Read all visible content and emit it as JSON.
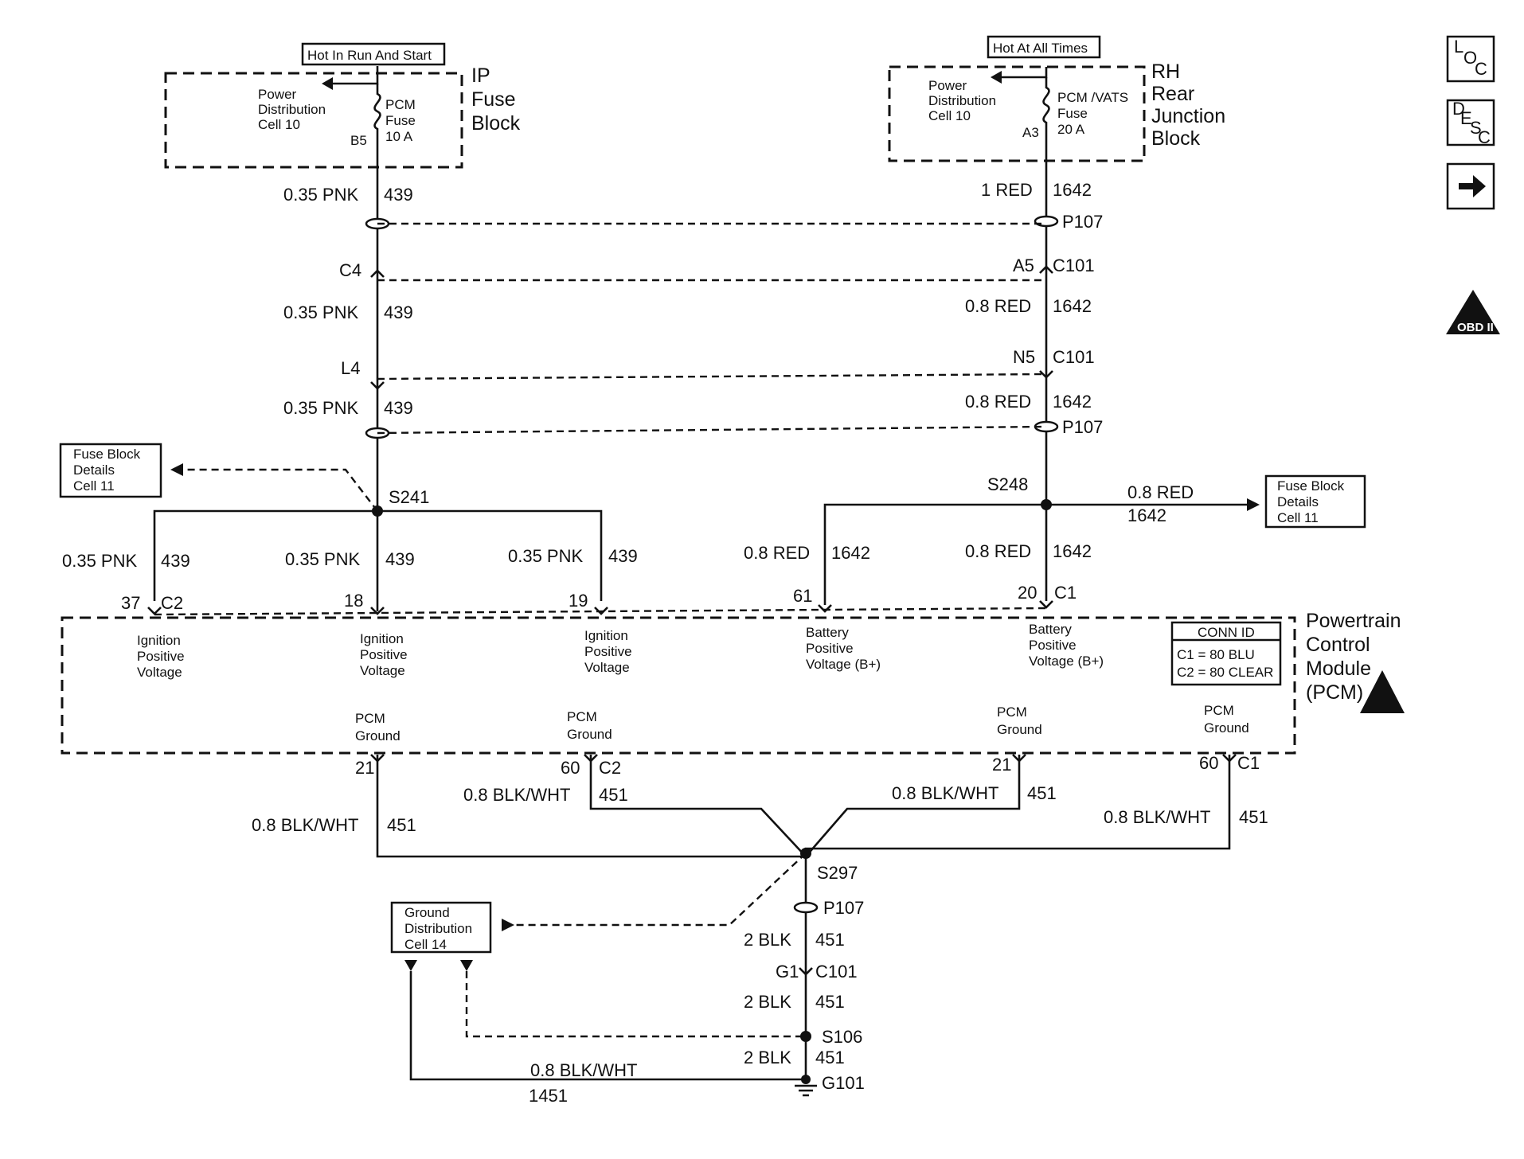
{
  "top_left": {
    "hot_label": "Hot In Run And Start",
    "block_title": [
      "IP",
      "Fuse",
      "Block"
    ],
    "power_dist": [
      "Power",
      "Distribution",
      "Cell 10"
    ],
    "fuse": [
      "PCM",
      "Fuse",
      "10 A"
    ],
    "pin": "B5"
  },
  "top_right": {
    "hot_label": "Hot At All Times",
    "block_title": [
      "RH",
      "Rear",
      "Junction",
      "Block"
    ],
    "power_dist": [
      "Power",
      "Distribution",
      "Cell 10"
    ],
    "fuse": [
      "PCM /VATS",
      "Fuse",
      "20 A"
    ],
    "pin": "A3"
  },
  "left_wire": {
    "seg1": {
      "size": "0.35 PNK",
      "ckt": "439"
    },
    "conn1": "C4",
    "seg2": {
      "size": "0.35 PNK",
      "ckt": "439"
    },
    "conn2": "L4",
    "seg3": {
      "size": "0.35 PNK",
      "ckt": "439"
    },
    "splice": "S241"
  },
  "left_ref": {
    "lines": [
      "Fuse Block",
      "Details",
      "Cell 11"
    ]
  },
  "left_branches": [
    {
      "size": "0.35 PNK",
      "ckt": "439",
      "pin": "37",
      "conn": "C2"
    },
    {
      "size": "0.35 PNK",
      "ckt": "439",
      "pin": "18"
    },
    {
      "size": "0.35 PNK",
      "ckt": "439",
      "pin": "19"
    }
  ],
  "right_wire": {
    "seg1": {
      "size": "1 RED",
      "ckt": "1642"
    },
    "p107": "P107",
    "conn1_pin": "A5",
    "conn1": "C101",
    "seg2": {
      "size": "0.8 RED",
      "ckt": "1642"
    },
    "conn2_pin": "N5",
    "conn2": "C101",
    "seg3": {
      "size": "0.8 RED",
      "ckt": "1642"
    },
    "splice": "S248"
  },
  "right_ref": {
    "wire_size": "0.8 RED",
    "wire_ckt": "1642",
    "lines": [
      "Fuse Block",
      "Details",
      "Cell 11"
    ]
  },
  "right_branches": [
    {
      "size": "0.8 RED",
      "ckt": "1642",
      "pin": "61"
    },
    {
      "size": "0.8 RED",
      "ckt": "1642",
      "pin": "20",
      "conn": "C1"
    }
  ],
  "pcm": {
    "title": [
      "Powertrain",
      "Control",
      "Module",
      "(PCM)"
    ],
    "functions": [
      [
        "Ignition",
        "Positive",
        "Voltage"
      ],
      [
        "Ignition",
        "Positive",
        "Voltage"
      ],
      [
        "Ignition",
        "Positive",
        "Voltage"
      ],
      [
        "Battery",
        "Positive",
        "Voltage (B+)"
      ],
      [
        "Battery",
        "Positive",
        "Voltage (B+)"
      ]
    ],
    "conn_id": {
      "title": "CONN ID",
      "c1": "C1 = 80 BLU",
      "c2": "C2 = 80 CLEAR"
    },
    "ground_labels": [
      [
        "PCM",
        "Ground"
      ],
      [
        "PCM",
        "Ground"
      ],
      [
        "PCM",
        "Ground"
      ],
      [
        "PCM",
        "Ground"
      ]
    ]
  },
  "ground_pins": [
    {
      "pin": "21",
      "size": "0.8 BLK/WHT",
      "ckt": "451"
    },
    {
      "pin": "60",
      "conn": "C2",
      "size": "0.8 BLK/WHT",
      "ckt": "451"
    },
    {
      "pin": "21",
      "size": "0.8 BLK/WHT",
      "ckt": "451"
    },
    {
      "pin": "60",
      "conn": "C1",
      "size": "0.8 BLK/WHT",
      "ckt": "451"
    }
  ],
  "ground_main": {
    "splice": "S297",
    "p107": "P107",
    "seg1": {
      "size": "2 BLK",
      "ckt": "451"
    },
    "conn_pin": "G1",
    "conn": "C101",
    "seg2": {
      "size": "2 BLK",
      "ckt": "451"
    },
    "splice2": "S106",
    "seg3": {
      "size": "2 BLK",
      "ckt": "451"
    },
    "ground": "G101"
  },
  "ground_ref": {
    "lines": [
      "Ground",
      "Distribution",
      "Cell 14"
    ],
    "wire_size": "0.8 BLK/WHT",
    "wire_ckt": "1451"
  },
  "side_nav": {
    "loc": [
      "L",
      "O",
      "C"
    ],
    "desc": [
      "D",
      "E",
      "S",
      "C"
    ],
    "obd": "OBD II"
  }
}
